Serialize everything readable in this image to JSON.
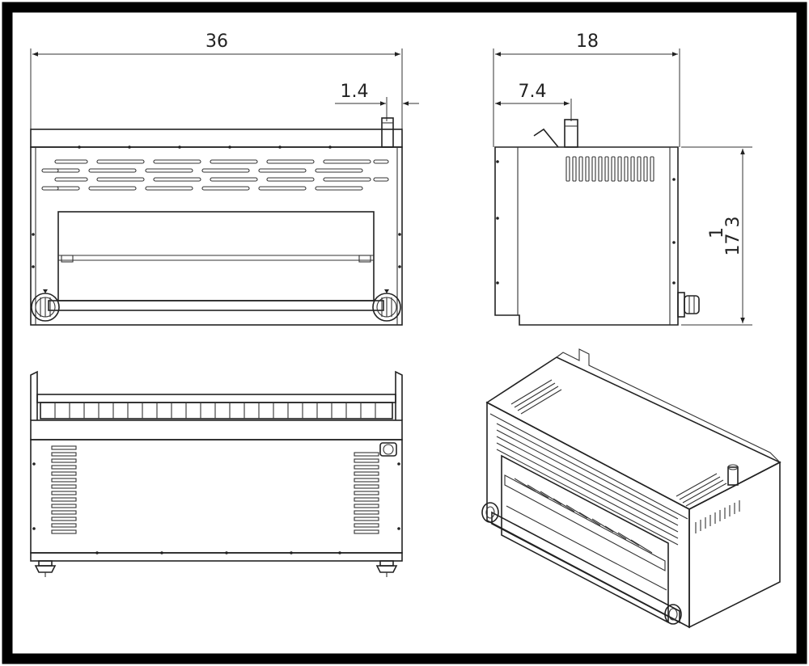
{
  "figure": {
    "frame_color": "#000000",
    "line_color": "#222222",
    "background": "#ffffff"
  },
  "dimensions": {
    "front_width": "36",
    "burner_offset": "1.4",
    "side_depth": "18",
    "side_offset": "7.4",
    "side_height": "17 3",
    "side_height_fraction": "1"
  },
  "views": [
    "front-view",
    "side-view",
    "rear-view",
    "isometric-view"
  ]
}
